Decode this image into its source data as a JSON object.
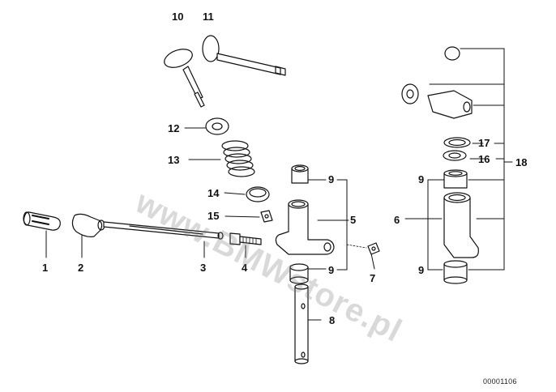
{
  "diagram": {
    "part_labels": {
      "p1": "1",
      "p2": "2",
      "p3": "3",
      "p4": "4",
      "p5": "5",
      "p6": "6",
      "p7": "7",
      "p8": "8",
      "p9a": "9",
      "p9b": "9",
      "p9c": "9",
      "p9d": "9",
      "p10": "10",
      "p11": "11",
      "p12": "12",
      "p13": "13",
      "p14": "14",
      "p15": "15",
      "p16": "16",
      "p17": "17",
      "p18": "18"
    },
    "drawing_code": "00001106",
    "watermark": "www.BMWstore.pl"
  }
}
